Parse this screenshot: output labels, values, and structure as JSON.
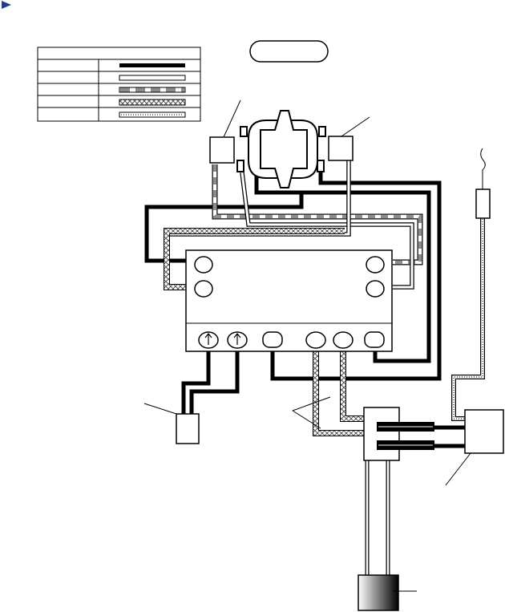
{
  "colors": {
    "line": "#000000",
    "background": "#ffffff",
    "stripe_gray": "#8c8c8c",
    "hatch": "#777777",
    "marker_blue": "#1f3c8f"
  },
  "icons": {
    "page_marker": "triangle-pointer-icon",
    "compressor": "compressor-icon",
    "pressure_switch": "pressure-switch-icon",
    "terminal": "terminal-circle-icon",
    "arrow_terminal": "up-arrow-terminal-icon",
    "sensor": "thermistor-sensor-icon",
    "ground": "ground-lead-icon",
    "motor_block": "gradient-motor-icon"
  },
  "legend": {
    "rows": [
      {
        "label": "",
        "style": "thick"
      },
      {
        "label": "",
        "style": "white"
      },
      {
        "label": "",
        "style": "striped"
      },
      {
        "label": "",
        "style": "hatched"
      },
      {
        "label": "",
        "style": "dotted"
      }
    ]
  },
  "header_label": ""
}
